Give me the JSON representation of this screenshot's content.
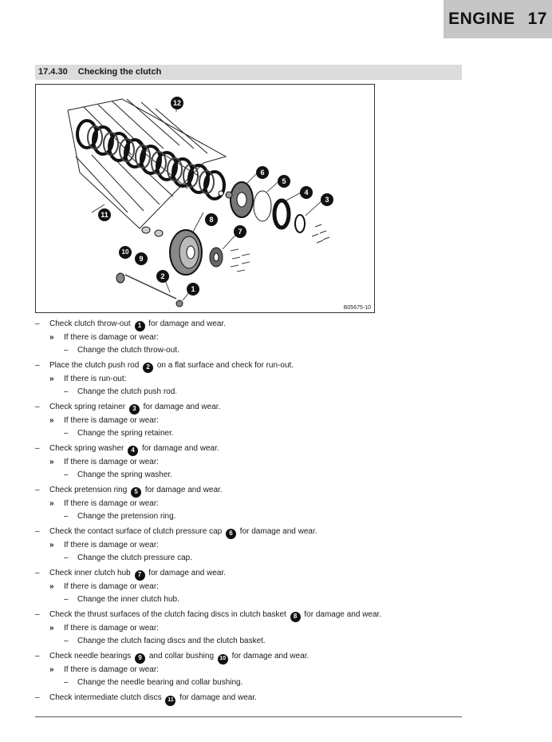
{
  "header": {
    "chapter": "ENGINE",
    "number": "17"
  },
  "section": {
    "number": "17.4.30",
    "title": "Checking the clutch"
  },
  "figure": {
    "code": "B05675-10",
    "callouts": [
      "1",
      "2",
      "3",
      "4",
      "5",
      "6",
      "7",
      "8",
      "9",
      "10",
      "11",
      "12"
    ]
  },
  "steps": [
    {
      "pre": "Check clutch throw-out",
      "badge": "1",
      "post": "for damage and wear.",
      "condition": "If there is damage or wear:",
      "action": "Change the clutch throw-out."
    },
    {
      "pre": "Place the clutch push rod",
      "badge": "2",
      "post": "on a flat surface and check for run-out.",
      "condition": "If there is run-out:",
      "action": "Change the clutch push rod."
    },
    {
      "pre": "Check spring retainer",
      "badge": "3",
      "post": "for damage and wear.",
      "condition": "If there is damage or wear:",
      "action": "Change the spring retainer."
    },
    {
      "pre": "Check spring washer",
      "badge": "4",
      "post": "for damage and wear.",
      "condition": "If there is damage or wear:",
      "action": "Change the spring washer."
    },
    {
      "pre": "Check pretension ring",
      "badge": "5",
      "post": "for damage and wear.",
      "condition": "If there is damage or wear:",
      "action": "Change the pretension ring."
    },
    {
      "pre": "Check the contact surface of clutch pressure cap",
      "badge": "6",
      "post": "for damage and wear.",
      "condition": "If there is damage or wear:",
      "action": "Change the clutch pressure cap."
    },
    {
      "pre": "Check inner clutch hub",
      "badge": "7",
      "post": "for damage and wear.",
      "condition": "If there is damage or wear:",
      "action": "Change the inner clutch hub."
    },
    {
      "pre": "Check the thrust surfaces of the clutch facing discs in clutch basket",
      "badge": "8",
      "post": "for damage and wear.",
      "condition": "If there is damage or wear:",
      "action": "Change the clutch facing discs and the clutch basket."
    },
    {
      "pre": "Check needle bearings",
      "badge": "9",
      "mid": "and collar bushing",
      "badge2": "10",
      "post": "for damage and wear.",
      "condition": "If there is damage or wear:",
      "action": "Change the needle bearing and collar bushing."
    },
    {
      "pre": "Check intermediate clutch discs",
      "badge": "11",
      "post": "for damage and wear."
    }
  ],
  "glyphs": {
    "dash": "–",
    "arrow": "»"
  }
}
